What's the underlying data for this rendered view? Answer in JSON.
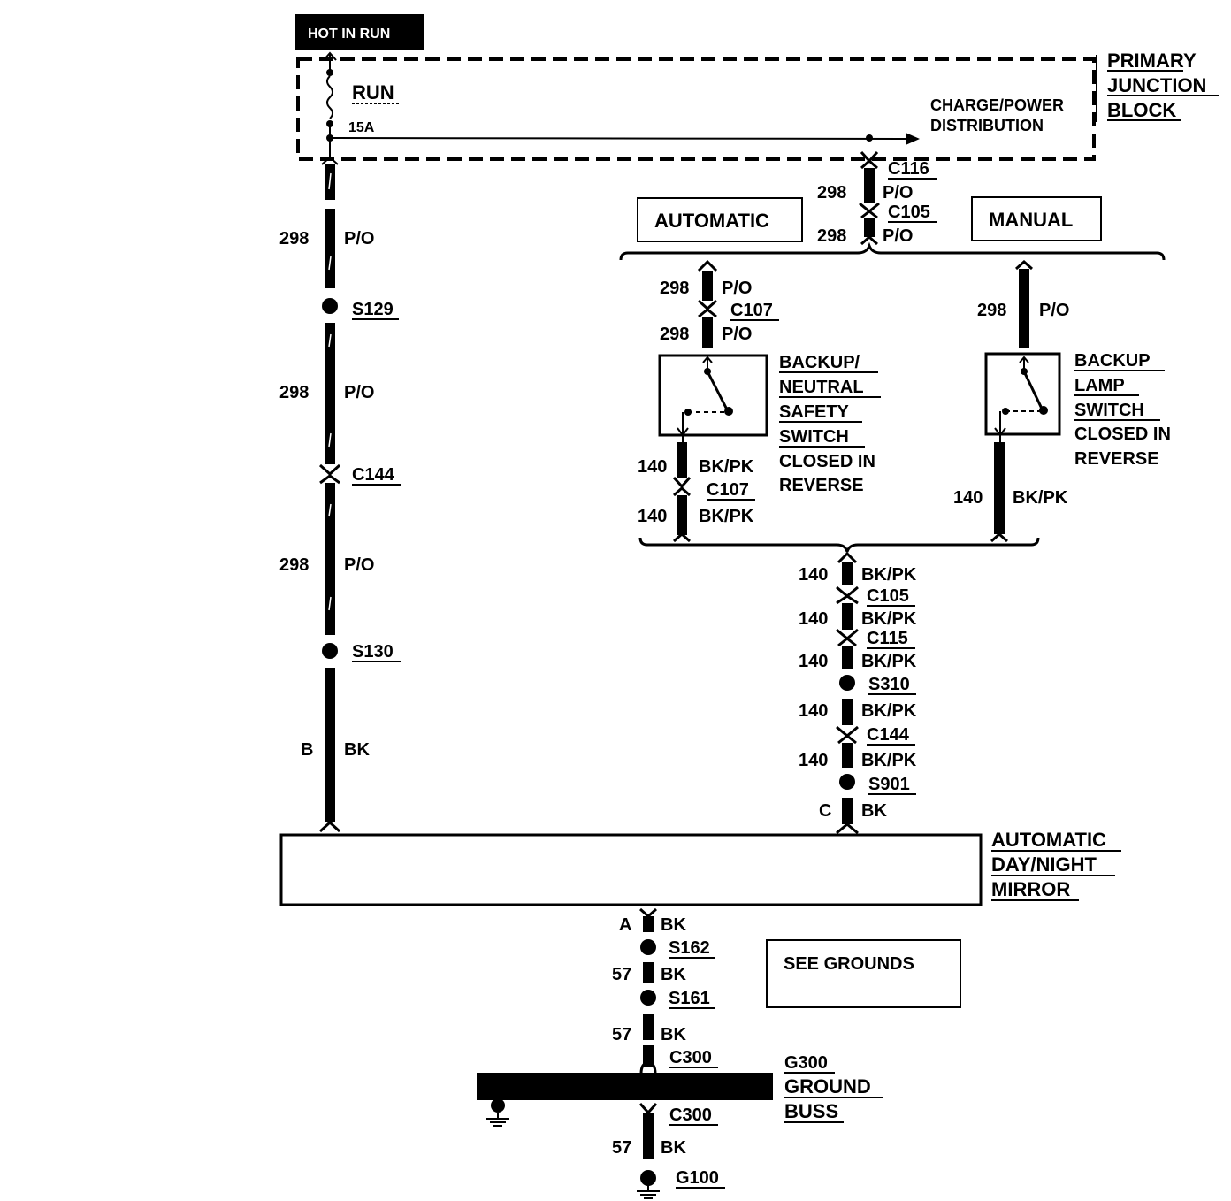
{
  "hot_label": "HOT IN RUN",
  "fuse": {
    "name": "RUN",
    "rating": "15A"
  },
  "charge_dist": [
    "CHARGE/POWER",
    "DISTRIBUTION"
  ],
  "pjb": [
    "PRIMARY",
    "JUNCTION",
    "BLOCK"
  ],
  "left": {
    "w1": {
      "num": "298",
      "color": "P/O"
    },
    "s129": "S129",
    "w2": {
      "num": "298",
      "color": "P/O"
    },
    "c144": "C144",
    "w3": {
      "num": "298",
      "color": "P/O"
    },
    "s130": "S130",
    "w4": {
      "num": "B",
      "color": "BK"
    }
  },
  "right_top": {
    "c116": "C116",
    "w1": {
      "num": "298",
      "color": "P/O"
    },
    "c105": "C105",
    "w2": {
      "num": "298",
      "color": "P/O"
    }
  },
  "automatic_label": "AUTOMATIC",
  "manual_label": "MANUAL",
  "auto_branch": {
    "w1": {
      "num": "298",
      "color": "P/O"
    },
    "c107a": "C107",
    "w2": {
      "num": "298",
      "color": "P/O"
    },
    "switch": [
      "BACKUP/",
      "NEUTRAL",
      "SAFETY",
      "SWITCH"
    ],
    "switch_note": [
      "CLOSED IN",
      "REVERSE"
    ],
    "w3": {
      "num": "140",
      "color": "BK/PK"
    },
    "c107b": "C107",
    "w4": {
      "num": "140",
      "color": "BK/PK"
    }
  },
  "manual_branch": {
    "w1": {
      "num": "298",
      "color": "P/O"
    },
    "switch": [
      "BACKUP",
      "LAMP",
      "SWITCH"
    ],
    "switch_note": [
      "CLOSED IN",
      "REVERSE"
    ],
    "w2": {
      "num": "140",
      "color": "BK/PK"
    }
  },
  "return_path": {
    "w1": {
      "num": "140",
      "color": "BK/PK"
    },
    "c105": "C105",
    "w2": {
      "num": "140",
      "color": "BK/PK"
    },
    "c115": "C115",
    "w3": {
      "num": "140",
      "color": "BK/PK"
    },
    "s310": "S310",
    "w4": {
      "num": "140",
      "color": "BK/PK"
    },
    "c144": "C144",
    "w5": {
      "num": "140",
      "color": "BK/PK"
    },
    "s901": "S901",
    "w6": {
      "num": "C",
      "color": "BK"
    }
  },
  "mirror": [
    "AUTOMATIC",
    "DAY/NIGHT",
    "MIRROR"
  ],
  "ground_path": {
    "w1": {
      "num": "A",
      "color": "BK"
    },
    "s162": "S162",
    "w2": {
      "num": "57",
      "color": "BK"
    },
    "s161": "S161",
    "w3": {
      "num": "57",
      "color": "BK"
    },
    "c300a": "C300",
    "g300": [
      "G300",
      "GROUND",
      "BUSS"
    ],
    "c300b": "C300",
    "w4": {
      "num": "57",
      "color": "BK"
    },
    "g100": "G100"
  },
  "see_grounds": "SEE GROUNDS"
}
